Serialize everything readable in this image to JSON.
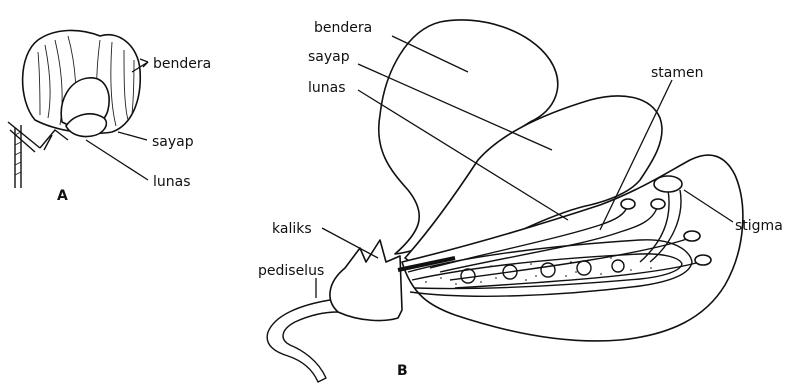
{
  "diagram": {
    "panel_a": {
      "caption": "A",
      "labels": {
        "bendera": "bendera",
        "sayap": "sayap",
        "lunas": "lunas"
      }
    },
    "panel_b": {
      "caption": "B",
      "labels": {
        "bendera": "bendera",
        "sayap": "sayap",
        "lunas": "lunas",
        "stamen": "stamen",
        "stigma": "stigma",
        "kaliks": "kaliks",
        "pediselus": "pediselus"
      }
    }
  }
}
